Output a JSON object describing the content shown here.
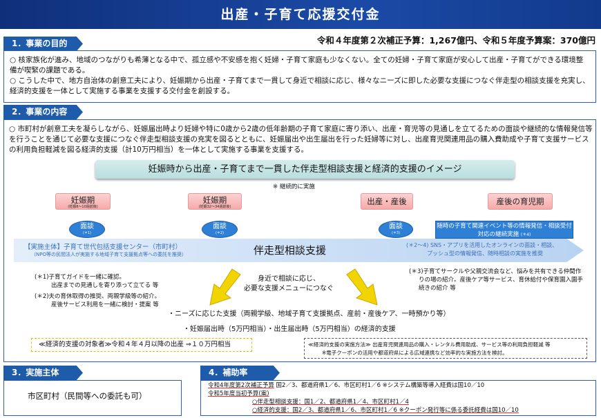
{
  "title": "出産・子育て応援交付金",
  "budget": "令和４年度第２次補正予算：1,267億円、令和５年度予算案：370億円",
  "s1": {
    "heading": "1．事業の目的",
    "p1": "○ 核家族化が進み、地域のつながりも希薄となる中で、孤立感や不安感を抱く妊婦・子育て家庭も少なくない。全ての妊婦・子育て家庭が安心して出産・子育てができる環境整備が喫緊の課題である。",
    "p2": "○ こうした中で、地方自治体の創意工夫により、妊娠期から出産・子育てまで一貫して身近で相談に応じ、様々なニーズに即した必要な支援につなぐ伴走型の相談支援を充実し、経済的支援を一体として実施する事業を支援する交付金を創設する。"
  },
  "s2": {
    "heading": "2．事業の内容",
    "p1": "○ 市町村が創意工夫を凝らしながら、妊娠届出時より妊婦や特に0歳から2歳の低年齢期の子育て家庭に寄り添い、出産・育児等の見通しを立てるための面談や継続的な情報発信等を行うことを通じて必要な支援につなぐ伴走型相談支援の充実を図るとともに、妊娠届出や出生届出を行った妊婦等に対し、出産育児関連用品の購入費助成や子育て支援サービスの利用負担軽減を図る経済的支援（計10万円相当）を一体として実施する事業を支援する。",
    "image_title": "妊娠時から出産・子育てまで一貫した伴走型相談支援と経済的支援のイメージ",
    "continuous": "※ 継続的に実施",
    "stages": [
      {
        "label": "妊娠期",
        "sub": "(妊娠8～10週前後)"
      },
      {
        "label": "妊娠期",
        "sub": "(妊娠32～34週前後)"
      },
      {
        "label": "出産・産後",
        "sub": ""
      },
      {
        "label": "産後の育児期",
        "sub": ""
      }
    ],
    "interviews": [
      {
        "label": "面談",
        "note": "(＊1)"
      },
      {
        "label": "面談",
        "note": "(＊2)"
      },
      {
        "label": "面談",
        "note": "(＊3)"
      }
    ],
    "info_box": "随時の子育て関連イベント等の情報発信・相談受付対応の継続実施",
    "info_note": "(＊4)",
    "band_main": "【実施主体】子育て世代包括支援センター（市町村）",
    "band_sub": "（NPO等の民間法人が実施する地域子育て支援拠点等への委託を推奨）",
    "band_title": "伴走型相談支援",
    "band_right1": "(＊2～4) SNS・アプリを活用したオンラインの面談・相談、",
    "band_right2": "プッシュ型の情報発信、随時相談の実施を推奨",
    "note1a": "(＊1)子育てガイドを一緒に確認。",
    "note1b": "出産までの見通しを寄り添って立てる 等",
    "note2a": "(＊2)夫の育休取得の推奨、両親学級等の紹介。",
    "note2b": "産後サービス利用を一緒に検討・提案 等",
    "center1": "身近で相談に応じ、",
    "center2": "必要な支援メニューにつなぐ",
    "note3a": "(＊3)子育てサークルや父親交流会など、悩みを共有できる仲間作",
    "note3b": "りの場の紹介。産後ケア等サービス、育休給付や保育園入園手",
    "note3c": "続きの紹介 等",
    "needs": "・ニーズに応じた支援（両親学級、地域子育て支援拠点、産前・産後ケア、一時預かり等）",
    "economic": "・妊娠届出時（5万円相当）・出生届出時（5万円相当）の経済的支援",
    "target": "≪経済的支援の対象者≫令和４年４月以降の出産 ⇒１０万円相当",
    "method1": "≪経済的支援の実施方法≫ 出産育児関連用品の購入・レンタル費用助成、サービス等の利用負担軽減 等",
    "method2": "※電子クーポンの活用や都道府県による広域連携など効率的な実施方法を検討。"
  },
  "s3": {
    "heading": "3．実施主体",
    "body": "市区町村（民間等への委託も可）"
  },
  "s4": {
    "heading": "4．補助率",
    "l1a": "令和4年度第2次補正予算",
    "l1b": " 国2／3、都道府県1／6、市区町村1／6 ※システム構築等導入経費は国10／10",
    "l2": "令和5年度当初予算(案)",
    "l3": "○伴走型相談支援：国1／2、都道府県1／4、市区町村1／4",
    "l4": "○経済的支援：国2／3、都道府県1／6、市区町村1／6 ※クーポン発行等に係る委託経費は国10／10"
  },
  "colors": {
    "header": "#1b4aa6",
    "tab": "#1f5bab",
    "stage": "#f6a9a9",
    "interview": "#2e7fd6",
    "arrow": "#f2d400"
  }
}
